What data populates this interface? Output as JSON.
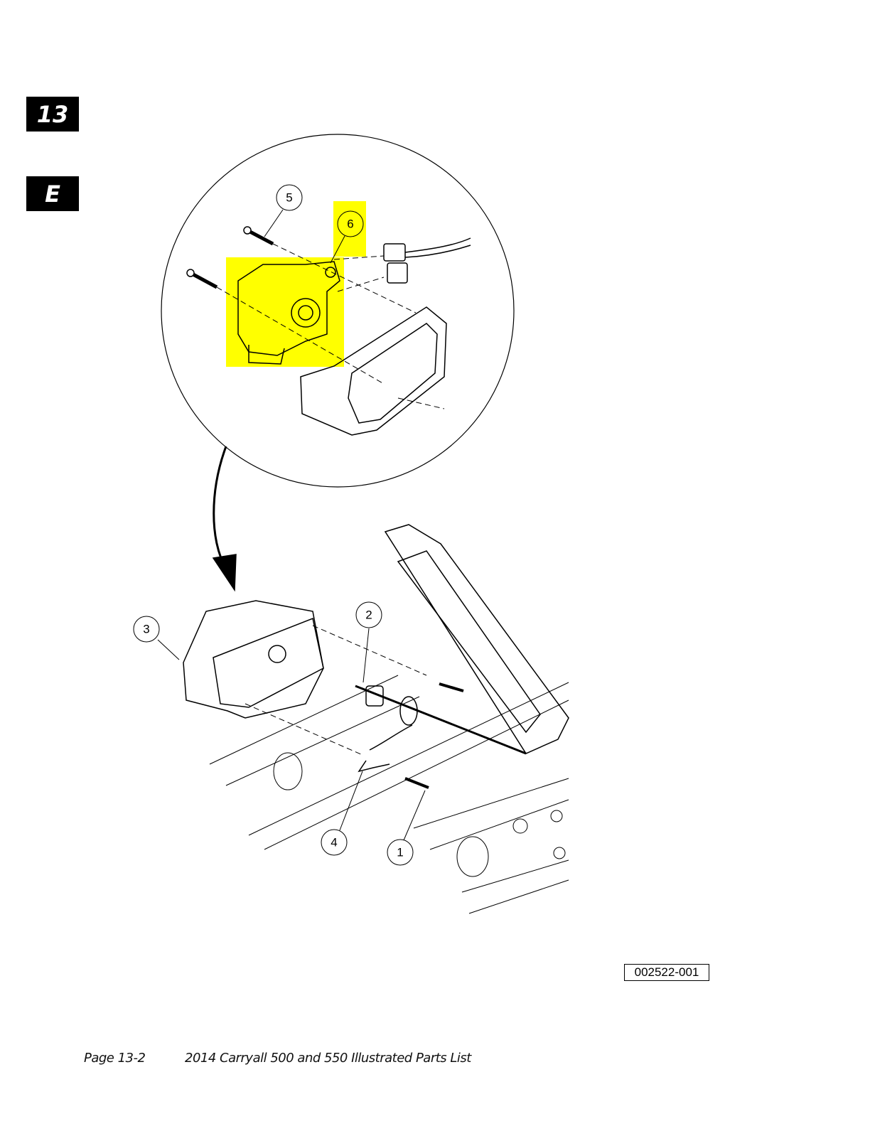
{
  "section_tab": "13",
  "letter_tab": "E",
  "callouts": {
    "c1": "1",
    "c2": "2",
    "c3": "3",
    "c4": "4",
    "c5": "5",
    "c6": "6"
  },
  "highlight_color": "#ffff00",
  "figure_id": "002522-001",
  "footer": {
    "page": "Page 13-2",
    "title": "2014 Carryall 500 and 550 Illustrated Parts List"
  }
}
